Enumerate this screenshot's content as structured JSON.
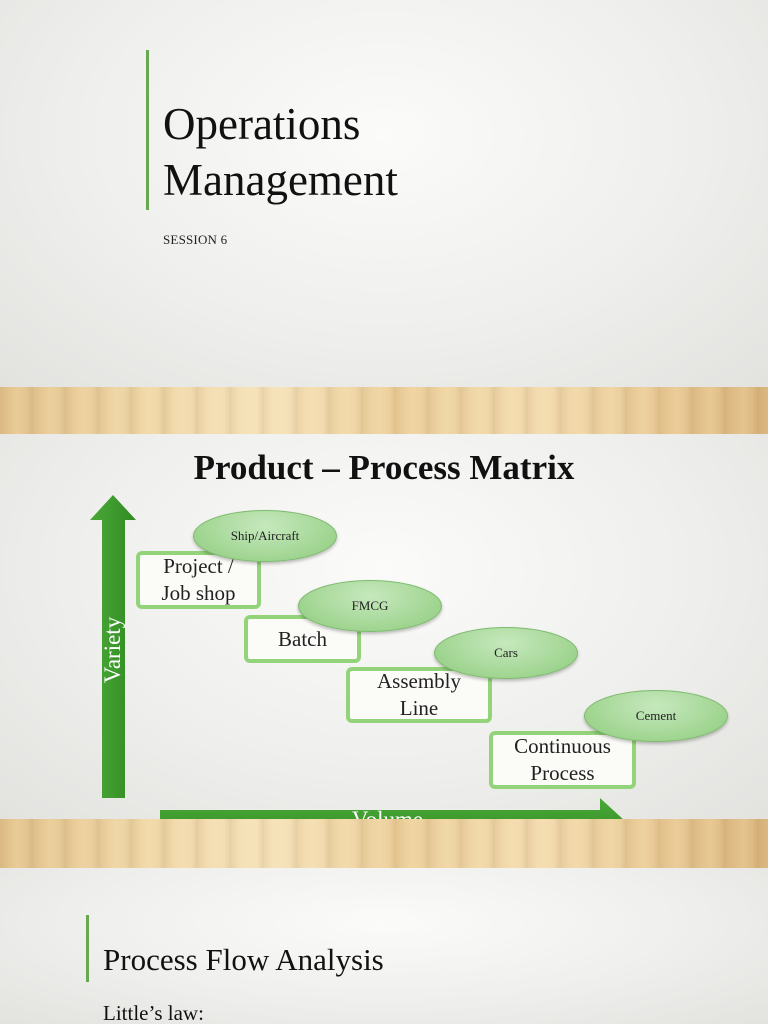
{
  "slide1": {
    "title_line1": "Operations",
    "title_line2": "Management",
    "subtitle": "SESSION 6"
  },
  "slide2": {
    "title": "Product – Process Matrix",
    "y_axis_label": "Variety",
    "x_axis_label": "Volume",
    "stages": [
      {
        "line1": "Project /",
        "line2": "Job shop",
        "example": "Ship/Aircraft"
      },
      {
        "line1": "Batch",
        "line2": "",
        "example": "FMCG"
      },
      {
        "line1": "Assembly",
        "line2": "Line",
        "example": "Cars"
      },
      {
        "line1": "Continuous",
        "line2": "Process",
        "example": "Cement"
      }
    ]
  },
  "slide3": {
    "title": "Process Flow Analysis",
    "body": "Little’s law:"
  },
  "colors": {
    "accent_green": "#6aa84f",
    "arrow_green": "#3f9a2f",
    "box_border": "#93d47a",
    "oval_fill": "#a8d99a"
  }
}
